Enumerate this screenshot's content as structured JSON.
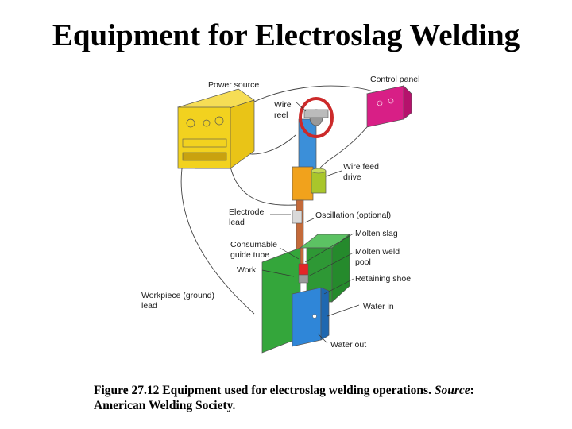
{
  "title": "Equipment for Electroslag Welding",
  "labels": {
    "power_source": "Power source",
    "control_panel": "Control panel",
    "wire_reel_1": "Wire",
    "wire_reel_2": "reel",
    "wire_feed_drive_1": "Wire feed",
    "wire_feed_drive_2": "drive",
    "electrode_lead_1": "Electrode",
    "electrode_lead_2": "lead",
    "oscillation": "Oscillation (optional)",
    "consumable_guide_1": "Consumable",
    "consumable_guide_2": "guide tube",
    "molten_slag": "Molten slag",
    "molten_weld_pool_1": "Molten weld",
    "molten_weld_pool_2": "pool",
    "work": "Work",
    "retaining_shoe": "Retaining shoe",
    "workpiece_lead_1": "Workpiece (ground)",
    "workpiece_lead_2": "lead",
    "water_in": "Water in",
    "water_out": "Water out"
  },
  "caption": {
    "main": "Figure 27.12  Equipment used for electroslag welding operations.  ",
    "source_label": "Source",
    "source_text": ": American Welding Society."
  },
  "colors": {
    "power_source": "#f2d21f",
    "control_panel": "#d81f86",
    "column": "#3b8fd9",
    "wire_feed": "#f1a21c",
    "work": "#34a63b",
    "shoe": "#2f86d8",
    "weld_pool": "#e32626"
  }
}
